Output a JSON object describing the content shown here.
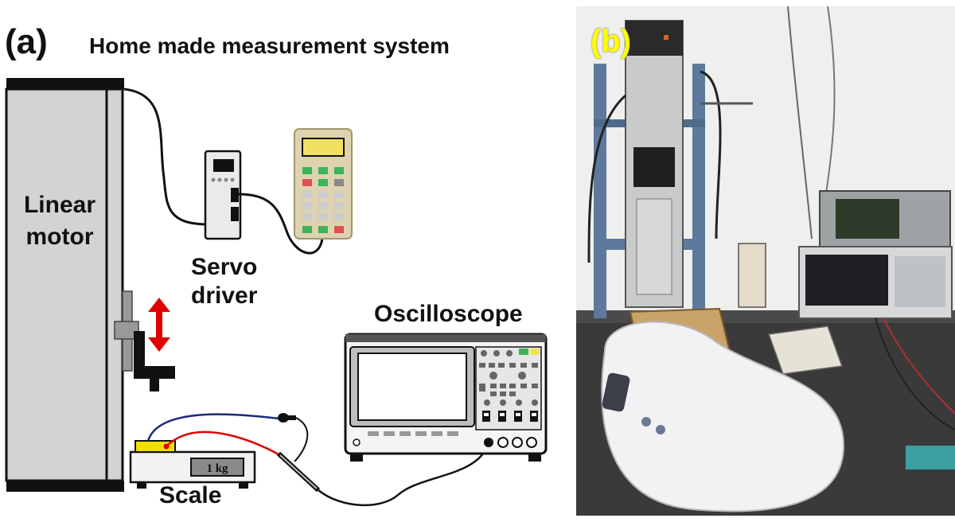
{
  "panel_a": {
    "tag": "(a)",
    "title": "Home made measurement system",
    "linear_motor": "Linear motor",
    "servo_driver": "Servo driver",
    "oscilloscope": "Oscilloscope",
    "scale": "Scale",
    "scale_display": "1 kg"
  },
  "panel_b": {
    "tag": "(b)"
  },
  "colors": {
    "cable": "#111111",
    "probe_red": "#e00000",
    "probe_blue": "#1a2a7a",
    "arrow": "#e00000",
    "keypad_green": "#3cb35a",
    "keypad_red": "#e05050",
    "display_yellow": "#f0e060",
    "photo_label": "#ffff00"
  }
}
